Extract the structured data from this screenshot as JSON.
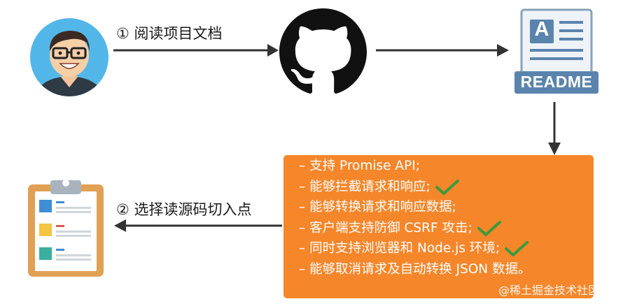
{
  "steps": {
    "step1": "① 阅读项目文档",
    "step2": "② 选择读源码切入点"
  },
  "readme_icon": {
    "letter": "A",
    "badge": "README"
  },
  "features": [
    {
      "text": "– 支持 Promise API;",
      "checked": false
    },
    {
      "text": "– 能够拦截请求和响应;",
      "checked": true
    },
    {
      "text": "– 能够转换请求和响应数据;",
      "checked": false
    },
    {
      "text": "– 客户端支持防御 CSRF 攻击;",
      "checked": true
    },
    {
      "text": "– 同时支持浏览器和 Node.js 环境;",
      "checked": true
    },
    {
      "text": "– 能够取消请求及自动转换 JSON 数据。",
      "checked": false
    }
  ],
  "watermark": "@稀土掘金技术社区",
  "icons": {
    "avatar": "developer-avatar-icon",
    "github": "github-octocat-icon",
    "readme": "readme-document-icon",
    "clipboard": "clipboard-icon",
    "check": "green-check-icon"
  },
  "colors": {
    "features_bg": "#f5862a",
    "check": "#3d9b3d",
    "arrow": "#333333"
  }
}
